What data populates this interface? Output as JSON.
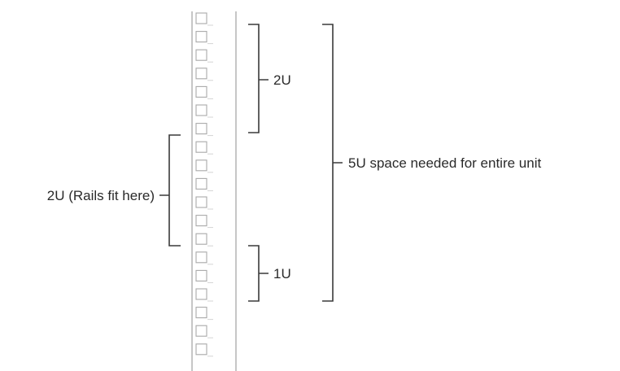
{
  "labels": {
    "top_bracket": "2U",
    "bottom_bracket": "1U",
    "overall_bracket": "5U space needed for entire unit",
    "rails_bracket": "2U (Rails fit here)"
  },
  "colors": {
    "text": "#2a2a2a",
    "bracket": "#3a3a3a",
    "rail": "#b8b8b8",
    "hole_outline": "#a9a9a9",
    "background": "#ffffff"
  }
}
